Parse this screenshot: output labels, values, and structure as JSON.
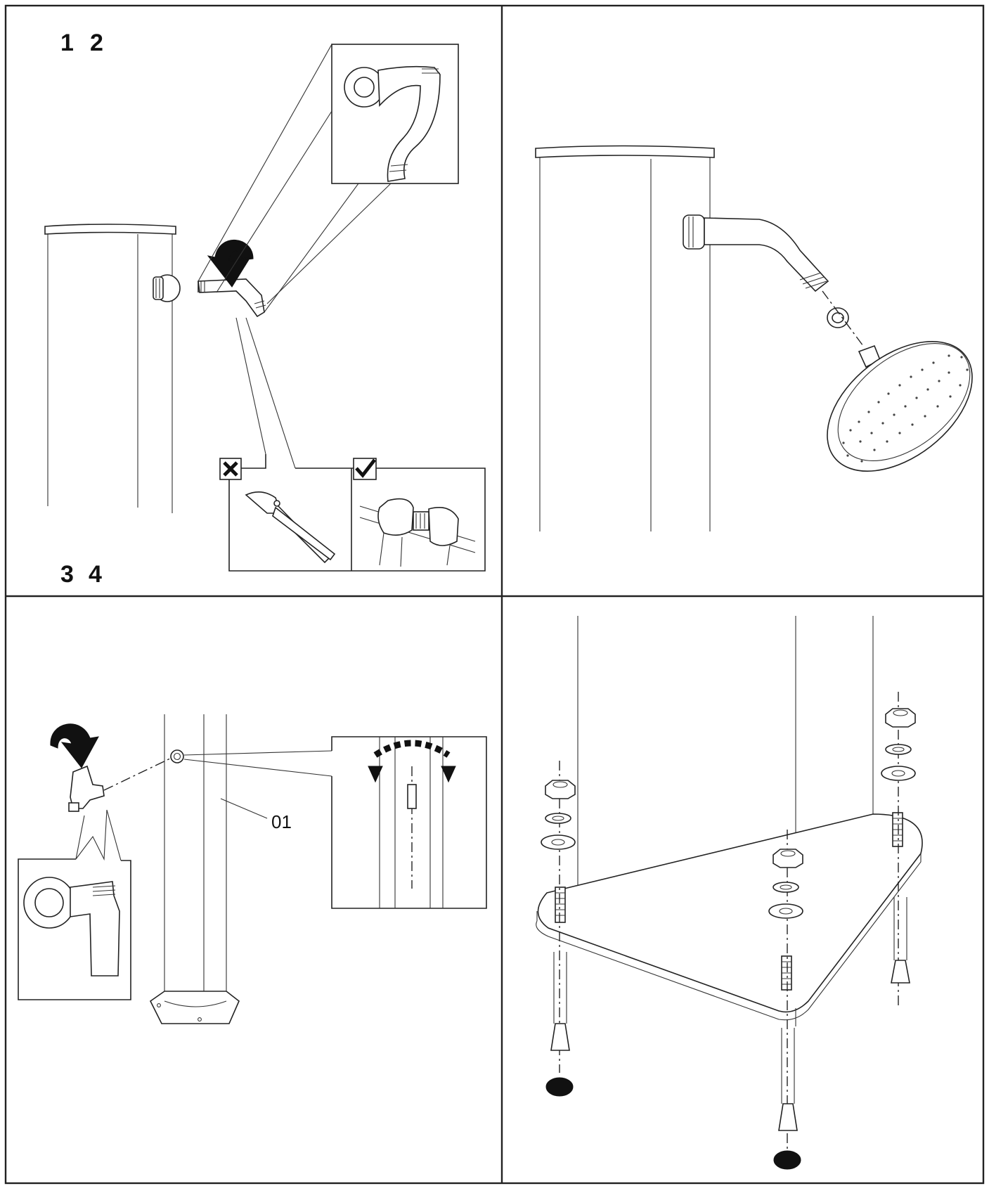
{
  "steps": {
    "top_left_a": "1",
    "top_left_b": "2",
    "bottom_left_a": "3",
    "bottom_left_b": "4"
  },
  "callouts": {
    "part_number": "01"
  },
  "icons": {
    "wrong": "cross-icon",
    "right": "check-icon"
  }
}
